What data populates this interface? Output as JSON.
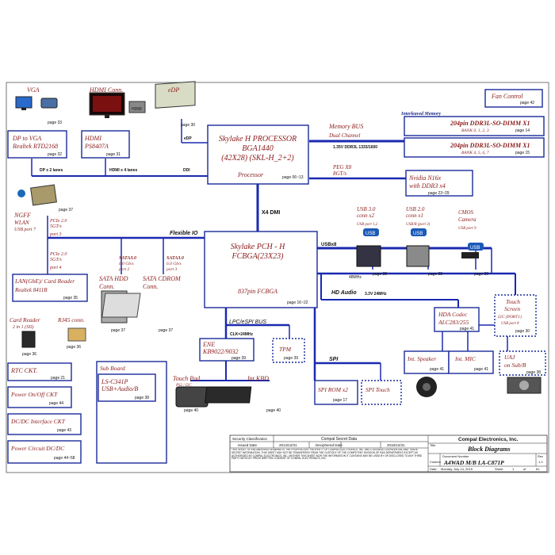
{
  "colors": {
    "box_stroke": "#1a2a9a",
    "bus": "#1a2ab0",
    "label_red": "#8b1a1a",
    "label_blue": "#1a2a8a"
  },
  "vga": {
    "label": "VGA",
    "page": "page 33"
  },
  "hdmi_conn": {
    "label": "HDMI Conn.",
    "badge": "HDMI"
  },
  "edp": {
    "label": "eDP",
    "page": "page 30",
    "bus": "eDP"
  },
  "fan": {
    "label": "Fan Control",
    "page": "page 42"
  },
  "dp_vga": {
    "l1": "DP to VGA",
    "l2": "Realtek RTD2168",
    "page": "page 32"
  },
  "hdmi_chip": {
    "l1": "HDMI",
    "l2": "PS8407A",
    "page": "page 31"
  },
  "cpu_links": {
    "dp": "DP x 2 lanes",
    "hdmi": "HDMI x 4 lanes",
    "ddi": "DDI"
  },
  "cpu": {
    "l1": "Skylake H PROCESSOR",
    "l2": "BGA1440",
    "l3": "(42X28) (SKL-H_2+2)",
    "l4": "Processor",
    "page": "page 06~13"
  },
  "memory": {
    "bus": "Memory BUS",
    "channel": "Dual Channel",
    "spec": "1.35V DDR3L 1333/1600",
    "interleaved": "Interleaved Memory",
    "d1": "204pin DDR3L-SO-DIMM X1",
    "d1b": "BANK 0, 1, 2, 3",
    "d1p": "page 14",
    "d2": "204pin DDR3L-SO-DIMM X1",
    "d2b": "BANK 4, 5, 6, 7",
    "d2p": "page 15"
  },
  "peg": {
    "l1": "PEG X8",
    "l2": "8GT/s"
  },
  "nvidia": {
    "l1": "Nvidia N16x",
    "l2": "with DDR3 x4",
    "page": "page 23~29"
  },
  "ngff": {
    "l1": "NGFF",
    "l2": "WLAN",
    "l3": "USB port 7",
    "page": "page 37"
  },
  "pcie1": {
    "l1": "PCIe 2.0",
    "l2": "5GT/s",
    "l3": "port 3"
  },
  "pcie2": {
    "l1": "PCIe 2.0",
    "l2": "5GT/s",
    "l3": "port 4"
  },
  "dmi": "X4 DMI",
  "flex": "Flexible IO",
  "usb3": {
    "l1": "USB 3.0",
    "l2": "conn x2",
    "l3": "USB port 1,2",
    "badge": "USB",
    "page": "page 38",
    "freq": "48MHz"
  },
  "usb2": {
    "l1": "USB 2.0",
    "l2": "conn x1",
    "l3": "USB/B (port 3)",
    "badge": "USB",
    "page": "page 38"
  },
  "cmos": {
    "l1": "CMOS",
    "l2": "Camera",
    "l3": "USB port 9",
    "badge": "USB",
    "page": "page 30"
  },
  "usbx8": "USBx8",
  "pch": {
    "l1": "Skylake PCH - H",
    "l2": "FCBGA(23X23)",
    "l3": "837pin FCBGA",
    "page": "page 16~22"
  },
  "lan": {
    "l1": "LAN(GbE)/ Card Reader",
    "l2": "Realtek 8411B",
    "page": "page 35"
  },
  "sata_hdd": {
    "l1": "SATA3.0",
    "l2": "6.0 Gb/s",
    "l3": "port 2",
    "c1": "SATA HDD",
    "c2": "Conn.",
    "page": "page 37"
  },
  "sata_cd": {
    "l1": "SATA3.0",
    "l2": "6.0 Gb/s",
    "l3": "port 3",
    "c1": "SATA CDROM",
    "c2": "Conn.",
    "page": "page 37"
  },
  "hd_audio": {
    "label": "HD Audio",
    "spec": "3.3V 24MHz"
  },
  "hda": {
    "l1": "HDA Codec",
    "l2": "ALC283/255",
    "page": "page 41"
  },
  "touch": {
    "l1": "Touch",
    "l2": "Screen",
    "l3": "I2C (PORT1)",
    "l4": "USB port 8",
    "page": "page 30"
  },
  "card": {
    "l1": "Card Reader",
    "l2": "2 in 1 (SD)",
    "page": "page 36"
  },
  "rj45": {
    "l1": "RJ45 conn.",
    "page": "page 36"
  },
  "lpc": {
    "bus": "LPC/eSPI BUS",
    "clk": "CLK=24MHz"
  },
  "ene": {
    "l1": "ENE",
    "l2": "KB9022/9032",
    "page": "page 39"
  },
  "tpm": {
    "l1": "TPM",
    "page": "page 39"
  },
  "spi": {
    "bus": "SPI",
    "rom": "SPI ROM x2",
    "rom_page": "page 17",
    "touch": "SPI Touch"
  },
  "speaker": {
    "l1": "Int. Speaker",
    "page": "page 41"
  },
  "mic": {
    "l1": "Int. MIC",
    "page": "page 41"
  },
  "uaj": {
    "l1": "UAJ",
    "l2": "on Sub/B",
    "page": "page 38"
  },
  "rtc": {
    "l1": "RTC CKT.",
    "page": "page 21"
  },
  "subboard": {
    "title": "Sub Board",
    "l1": "LS-C341P",
    "l2": "USB+Audio/B",
    "page": "page 38"
  },
  "touchpad": {
    "l1": "Touch Pad",
    "l2": "PS2 / I2C",
    "page": "page 40"
  },
  "kbd": {
    "l1": "Int.KBD",
    "page": "page 40"
  },
  "power_onoff": {
    "l1": "Power On/Off CKT",
    "page": "page 44"
  },
  "dcdc": {
    "l1": "DC/DC Interface CKT",
    "page": "page 43"
  },
  "powerckt": {
    "l1": "Power Circuit DC/DC",
    "page": "page 44~58"
  },
  "title_block": {
    "sec_class": "Security Classification",
    "secret": "Compal Secret Data",
    "issued": "Issued Date",
    "issued_val": "2014/12/31",
    "deciphered": "Deciphered Date",
    "deciphered_val": "2016/12/31",
    "company": "Compal Electronics, Inc.",
    "title_lbl": "Title",
    "title": "Block Diagrams",
    "size": "Size",
    "size_val": "Custom",
    "docnum_lbl": "Document Number",
    "docnum": "A4WAD M/B LA-C871P",
    "rev_lbl": "Rev",
    "rev": "1.0",
    "date_lbl": "Date:",
    "date": "Monday, July 14, 2015",
    "sheet_lbl": "Sheet",
    "sheet": "1",
    "of": "of",
    "total": "61",
    "notice": "THIS SHEET OF ENGINEERING DRAWING IS THE PROPRIETARY PROPERTY OF COMPAL ELECTRONICS, INC. AND CONTAINS CONFIDENTIAL AND TRADE SECRET INFORMATION. THIS SHEET MAY NOT BE TRANSFERED FROM THE CUSTODY OF THE COMPETENT DIVISION OF R&D DEPARTMENT EXCEPT AS AUTHORIZED BY COMPAL ELECTRONICS, INC. NEITHER THIS SHEET NOR THE INFORMATION IT CONTAINS MAY BE USED BY OR DISCLOSED TO ANY THIRD PARTY WITHOUT PRIOR WRITTEN CONSENT OF COMPAL ELECTRONICS, INC."
  }
}
